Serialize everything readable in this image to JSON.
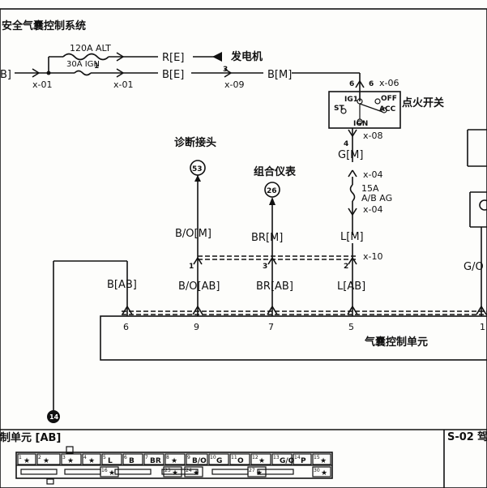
{
  "header": {
    "title": "安全气囊控制系统",
    "page_code": "S-02",
    "page_code_suffix": "驾"
  },
  "power": {
    "fuse_main": "120A ALT",
    "fuse_ign": "30A IGN",
    "fuse_ign_pin": "1",
    "wire_left": "B]",
    "wire_re": "R[E]",
    "wire_be": "B[E]",
    "wire_bm": "B[M]",
    "conn_x01_a": "x-01",
    "conn_x01_b": "x-01",
    "generator": "发电机",
    "pin_3": "3",
    "conn_x09": "x-09"
  },
  "ignition_switch": {
    "label": "点火开关",
    "pin_in": "6",
    "pin_in_dup": "6",
    "conn_x06": "x-06",
    "pos_ig1": "IG1",
    "pos_off": "OFF",
    "pos_st": "ST",
    "pos_acc": "ACC",
    "pos_ign": "IGN",
    "pin_out": "4",
    "conn_x08": "x-08",
    "wire_out": "G[M]"
  },
  "fuse_airbag": {
    "conn_top": "x-04",
    "rating": "15A",
    "name": "A/B AG",
    "conn_bottom": "x-04",
    "wire_out": "L[M]"
  },
  "diagnostic": {
    "label": "诊断接头",
    "badge": "53",
    "wire": "B/O[M]",
    "pin": "1",
    "wire_ab": "B/O[AB]"
  },
  "cluster": {
    "label": "组合仪表",
    "badge": "26",
    "wire": "BR[M]",
    "pin": "3",
    "wire_ab": "BR[AB]"
  },
  "ign_feed": {
    "pin": "2",
    "conn": "x-10",
    "wire_ab": "L[AB]"
  },
  "ground": {
    "wire_ab": "B[AB]",
    "right_wire": "G/O"
  },
  "control_unit": {
    "label": "气囊控制单元",
    "pins": [
      "6",
      "9",
      "7",
      "5",
      "1"
    ],
    "ground_badge": "14"
  },
  "connector": {
    "title": "制单元 [AB]",
    "top_row": [
      {
        "num": "1",
        "label": "★"
      },
      {
        "num": "2",
        "label": "★"
      },
      {
        "num": "3",
        "label": "★"
      },
      {
        "num": "4",
        "label": "★"
      },
      {
        "num": "5",
        "label": "L"
      },
      {
        "num": "6",
        "label": "B"
      },
      {
        "num": "7",
        "label": "BR"
      },
      {
        "num": "8",
        "label": "★"
      },
      {
        "num": "9",
        "label": "B/O"
      },
      {
        "num": "10",
        "label": "G"
      },
      {
        "num": "11",
        "label": "O"
      },
      {
        "num": "12",
        "label": "★"
      },
      {
        "num": "13",
        "label": "G/O"
      },
      {
        "num": "14",
        "label": "P"
      },
      {
        "num": "15",
        "label": "★"
      }
    ],
    "bottom_row": [
      {
        "num": "16",
        "label": "★"
      },
      {
        "num": "23",
        "label": "★"
      },
      {
        "num": "24",
        "label": "★"
      },
      {
        "num": "27",
        "label": "★"
      },
      {
        "num": "30",
        "label": "★"
      }
    ]
  }
}
